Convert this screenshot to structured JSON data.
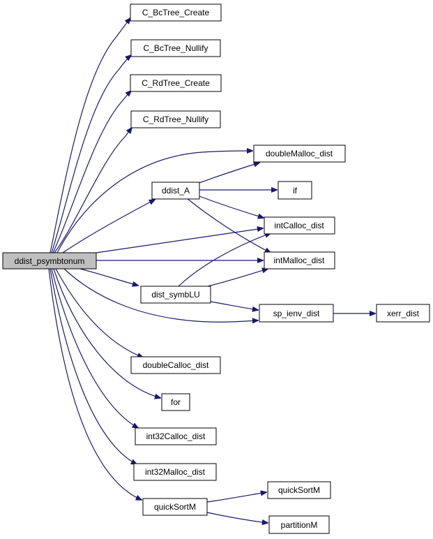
{
  "graph": {
    "edge_color": "#191970",
    "root_fill": "#bfbfbf",
    "nodes": {
      "root": "ddist_psymbtonum",
      "bc_create": "C_BcTree_Create",
      "bc_nullify": "C_BcTree_Nullify",
      "rd_create": "C_RdTree_Create",
      "rd_nullify": "C_RdTree_Nullify",
      "double_malloc": "doubleMalloc_dist",
      "ddist_a": "ddist_A",
      "if_node": "if",
      "int_calloc": "intCalloc_dist",
      "int_malloc": "intMalloc_dist",
      "dist_symblu": "dist_symbLU",
      "sp_ienv": "sp_ienv_dist",
      "xerr": "xerr_dist",
      "double_calloc": "doubleCalloc_dist",
      "for_node": "for",
      "int32_calloc": "int32Calloc_dist",
      "int32_malloc": "int32Malloc_dist",
      "quicksort_1": "quickSortM",
      "quicksort_2": "quickSortM",
      "partition": "partitionM"
    }
  }
}
